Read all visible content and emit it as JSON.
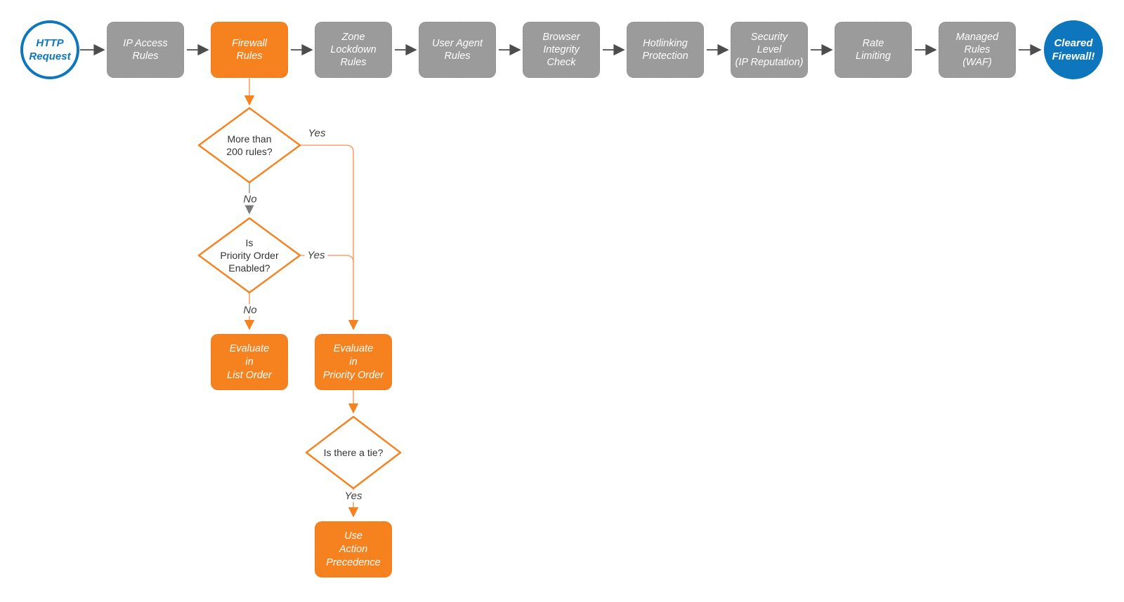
{
  "colors": {
    "orange": "#F6821F",
    "orange-line": "#F9A26B",
    "blue": "#0E76BD",
    "gray-node": "#9B9B9B",
    "dark-line": "#4D4D4D",
    "gray-line": "#9C9C9C",
    "gray-arrowhead": "#7A7A7A",
    "text-dark": "#333333"
  },
  "flow": {
    "start": "HTTP\nRequest",
    "stages": [
      "IP Access\nRules",
      "Firewall\nRules",
      "Zone\nLockdown\nRules",
      "User Agent\nRules",
      "Browser\nIntegrity\nCheck",
      "Hotlinking\nProtection",
      "Security\nLevel\n(IP Reputation)",
      "Rate\nLimiting",
      "Managed\nRules\n(WAF)"
    ],
    "end": "Cleared\nFirewall!",
    "decisions": {
      "more_than_200": "More than\n200 rules?",
      "priority_enabled": "Is\nPriority Order\nEnabled?",
      "tie": "Is there a tie?"
    },
    "actions": {
      "list_order": "Evaluate\nin\nList Order",
      "priority_order": "Evaluate\nin\nPriority Order",
      "use_precedence": "Use\nAction\nPrecedence"
    },
    "edge_labels": {
      "more_than_200_yes": "Yes",
      "more_than_200_no": "No",
      "priority_enabled_yes": "Yes",
      "priority_enabled_no": "No",
      "tie_yes": "Yes"
    }
  }
}
